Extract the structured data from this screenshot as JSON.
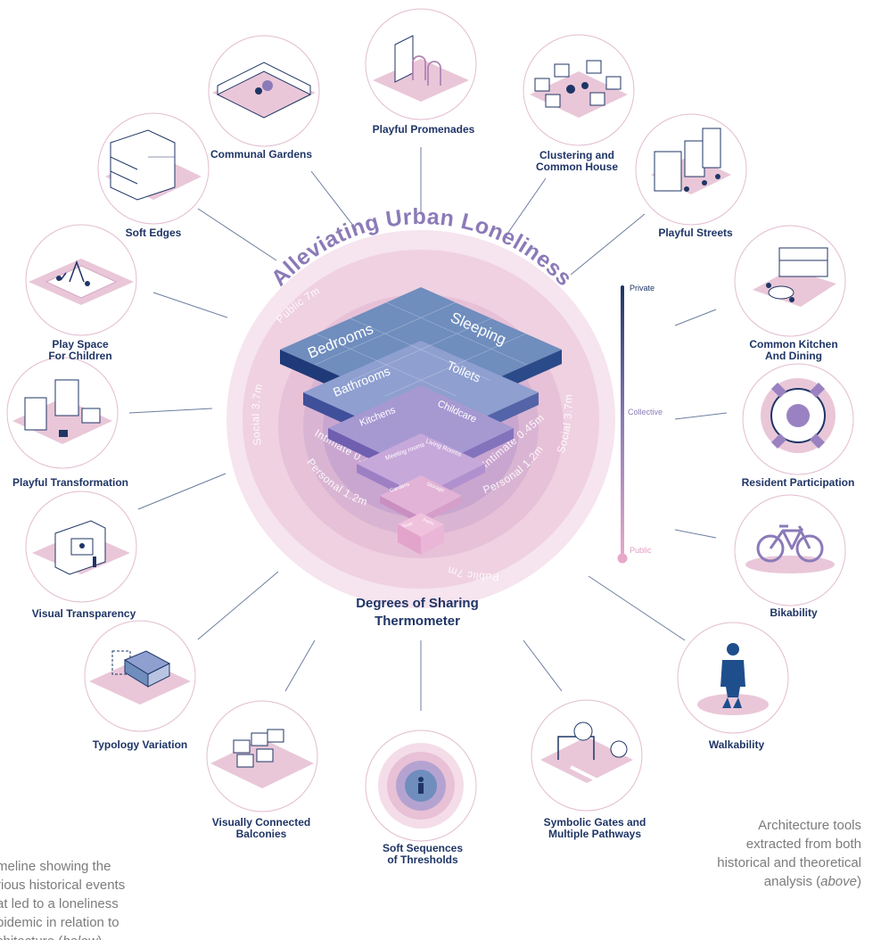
{
  "title": "Alleviating Urban Loneliness",
  "center_title_line1": "Degrees of Sharing",
  "center_title_line2": "Thermometer",
  "rings": {
    "public": "Public 7m",
    "social": "Social 3.7m",
    "personal": "Personal 1.2m",
    "intimate": "Intimate 0.45m"
  },
  "rooms": {
    "bedrooms": "Bedrooms",
    "sleeping": "Sleeping",
    "bathrooms": "Bathrooms",
    "toilets": "Toilets",
    "kitchens": "Kitchens",
    "childcare": "Childcare",
    "meeting_rooms": "Meeting rooms",
    "living_rooms": "Living Rooms",
    "gardens": "Gardens",
    "storage": "Storage",
    "tools": "Tools",
    "parks": "Parks"
  },
  "thermometer": {
    "private": "Private",
    "collective": "Collective",
    "public": "Public"
  },
  "tools": [
    {
      "id": "playful-promenades",
      "label": [
        "Playful Promenades"
      ]
    },
    {
      "id": "clustering-common-house",
      "label": [
        "Clustering and",
        "Common House"
      ]
    },
    {
      "id": "playful-streets",
      "label": [
        "Playful Streets"
      ]
    },
    {
      "id": "common-kitchen",
      "label": [
        "Common Kitchen",
        "And Dining"
      ]
    },
    {
      "id": "resident-participation",
      "label": [
        "Resident Participation"
      ]
    },
    {
      "id": "bikability",
      "label": [
        "Bikability"
      ]
    },
    {
      "id": "walkability",
      "label": [
        "Walkability"
      ]
    },
    {
      "id": "symbolic-gates",
      "label": [
        "Symbolic Gates and",
        "Multiple Pathways"
      ]
    },
    {
      "id": "soft-sequences",
      "label": [
        "Soft Sequences",
        "of Thresholds"
      ]
    },
    {
      "id": "visually-connected-balconies",
      "label": [
        "Visually Connected",
        "Balconies"
      ]
    },
    {
      "id": "typology-variation",
      "label": [
        "Typology Variation"
      ]
    },
    {
      "id": "visual-transparency",
      "label": [
        "Visual Transparency"
      ]
    },
    {
      "id": "playful-transformation",
      "label": [
        "Playful Transformation"
      ]
    },
    {
      "id": "play-space-children",
      "label": [
        "Play Space",
        "For Children"
      ]
    },
    {
      "id": "soft-edges",
      "label": [
        "Soft Edges"
      ]
    },
    {
      "id": "communal-gardens",
      "label": [
        "Communal Gardens"
      ]
    }
  ],
  "caption_right_text": "Architecture tools\nextracted from both\nhistorical and theoretical\nanalysis (",
  "caption_right_em": "above",
  "caption_right_end": ")",
  "caption_left_text": "meline showing the\nrious historical events\nat led to a loneliness\npidemic in relation to\nchitecture (",
  "caption_left_em": "below",
  "caption_left_end": ")",
  "colors": {
    "navy": "#1f3566",
    "lavender": "#8b7ab8",
    "pink": "#e9c7d8",
    "blue": "#6f8dbd"
  }
}
